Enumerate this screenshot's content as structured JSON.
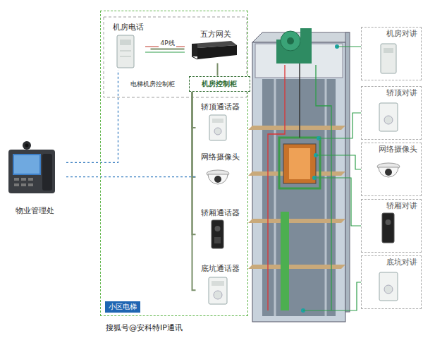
{
  "diagram": {
    "caption": "搜狐号@安科特IP通讯",
    "nodes": [
      {
        "text": [
          "小区电梯"
        ]
      },
      {
        "text": [
          "机房电话"
        ],
        "in": 0
      },
      {
        "text": [
          "五方网关"
        ],
        "in": 0
      },
      {
        "text": [
          "机房控制柜"
        ],
        "in": 0
      },
      {
        "text": [
          "轿顶通话器"
        ],
        "in": 0
      },
      {
        "text": [
          "网络摄像头"
        ],
        "in": 0
      },
      {
        "text": [
          "轿厢通话器"
        ],
        "in": 0
      },
      {
        "text": [
          "底坑通话器"
        ],
        "in": 0
      },
      {
        "text": [
          "物业管理处"
        ]
      },
      {
        "text": [
          "机房对讲"
        ]
      },
      {
        "text": [
          "轿顶对讲"
        ]
      },
      {
        "text": [
          "网络摄像头"
        ]
      },
      {
        "text": [
          "轿厢对讲"
        ]
      },
      {
        "text": [
          "底坑对讲"
        ]
      }
    ],
    "edges": [
      {
        "from": 2,
        "to": 1,
        "arrow": "none",
        "label": "4P线"
      },
      {
        "from": 2,
        "to": 3,
        "arrow": "none"
      },
      {
        "from": 3,
        "to": 4,
        "arrow": "none"
      },
      {
        "from": 3,
        "to": 5,
        "arrow": "none"
      },
      {
        "from": 3,
        "to": 6,
        "arrow": "none"
      },
      {
        "from": 3,
        "to": 7,
        "arrow": "none"
      },
      {
        "from": 8,
        "to": 1,
        "arrow": "none"
      },
      {
        "from": 8,
        "to": 5,
        "arrow": "none"
      }
    ],
    "labels": [
      "电梯机房控制柜"
    ]
  }
}
